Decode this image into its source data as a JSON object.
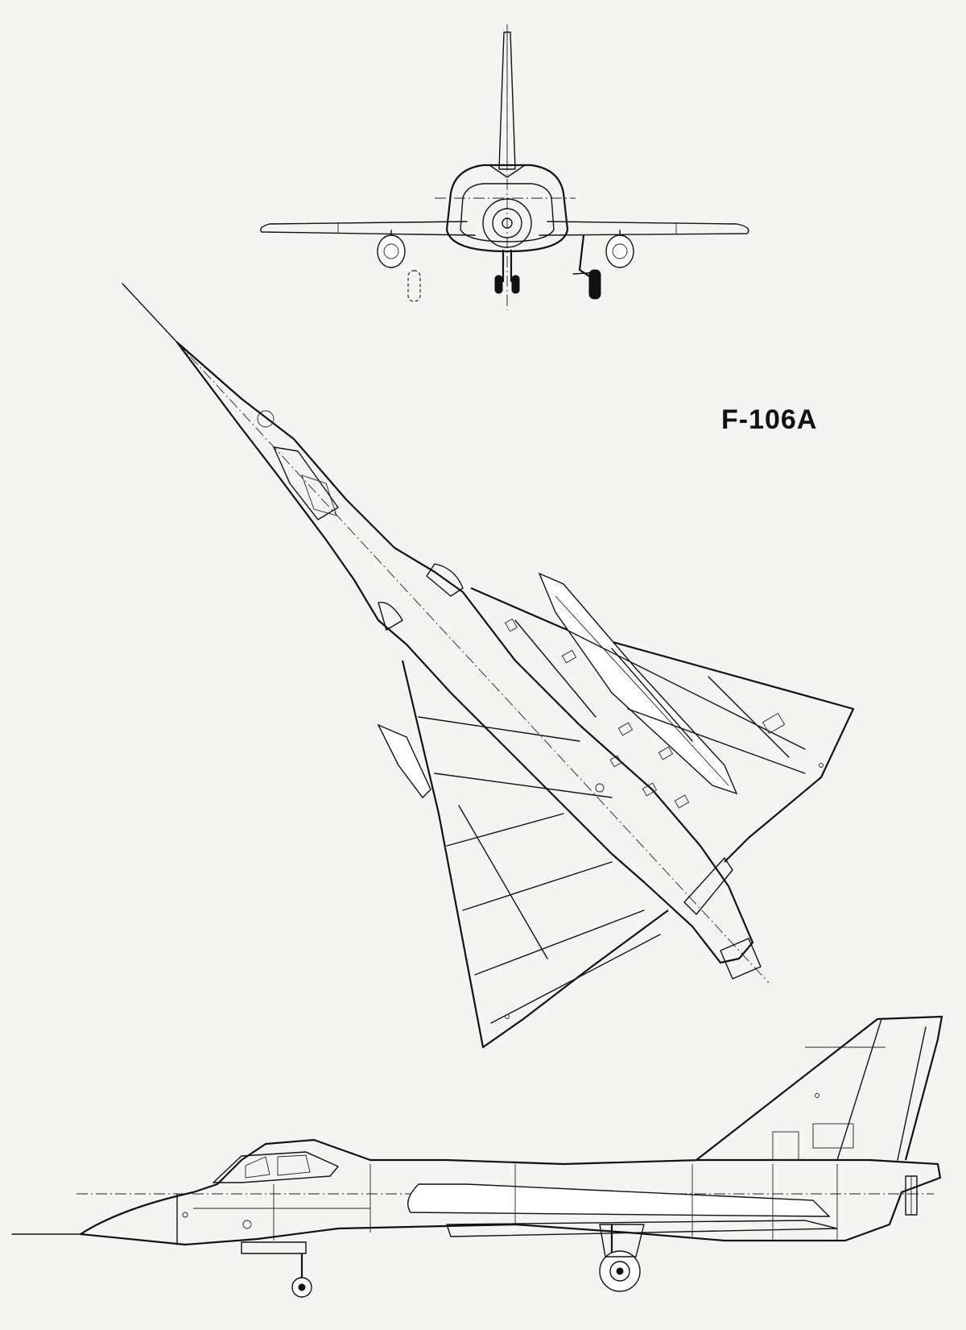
{
  "drawing": {
    "designation": "F-106A",
    "views": [
      {
        "view": "front"
      },
      {
        "view": "plan-top"
      },
      {
        "view": "side-profile"
      }
    ]
  }
}
